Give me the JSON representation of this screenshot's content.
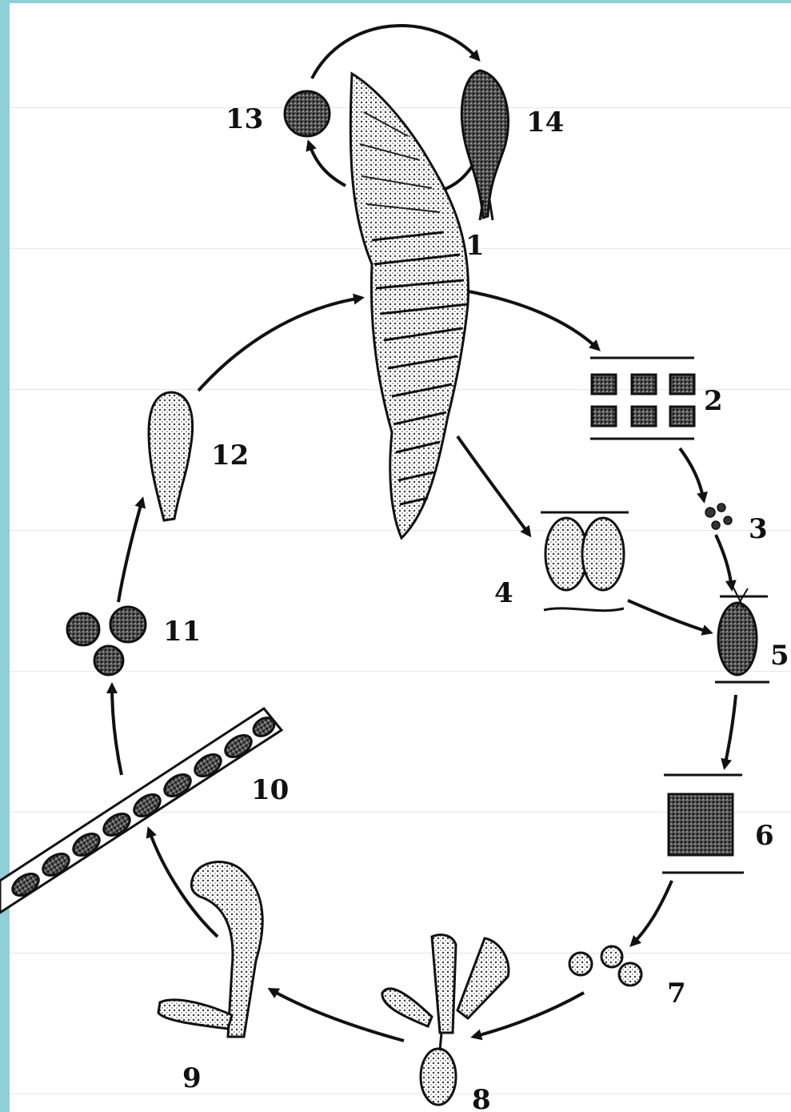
{
  "diagram": {
    "labels": {
      "s1": "1",
      "s2": "2",
      "s3": "3",
      "s4": "4",
      "s5": "5",
      "s6": "6",
      "s7": "7",
      "s8": "8",
      "s9": "9",
      "s10": "10",
      "s11": "11",
      "s12": "12",
      "s13": "13",
      "s14": "14"
    },
    "colors": {
      "background_edge": "#8fcfd8",
      "ink": "#111111",
      "paper": "#ffffff"
    }
  }
}
